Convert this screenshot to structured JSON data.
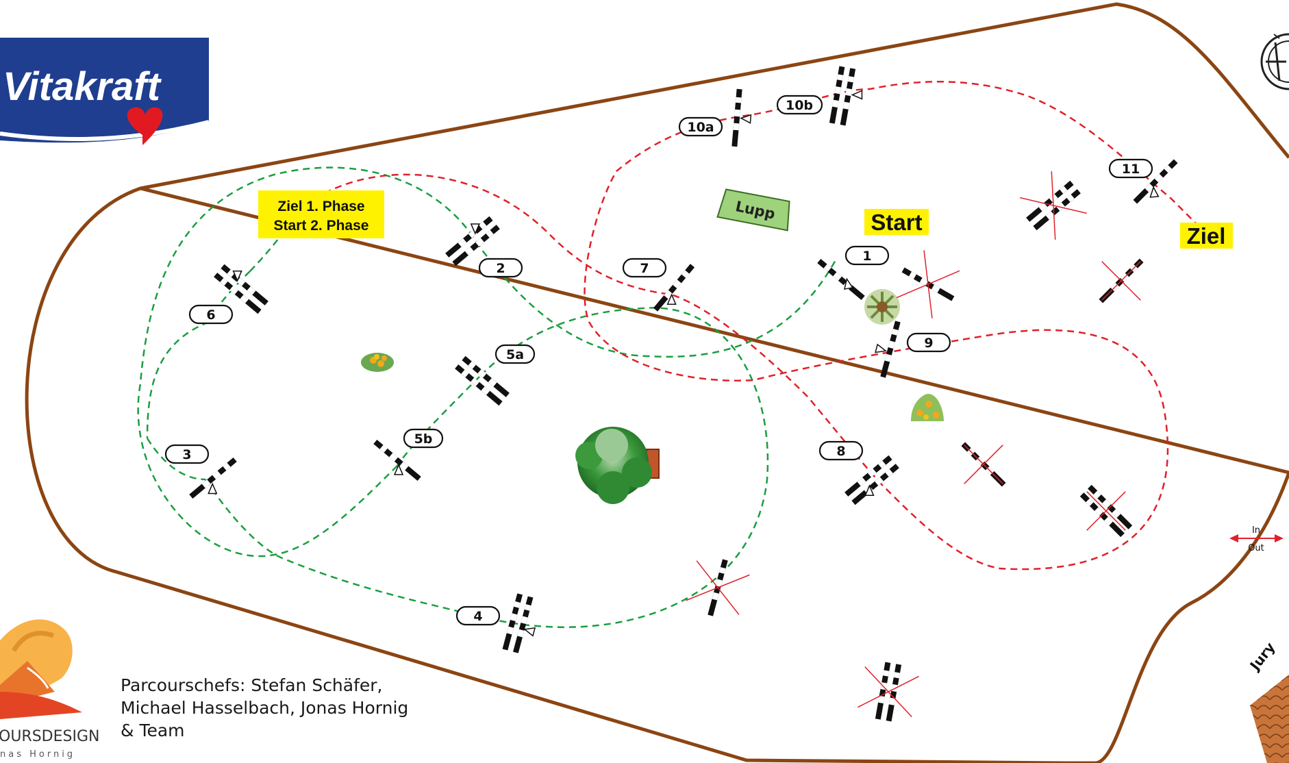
{
  "logo": {
    "brand": "Vitakraft",
    "designer_lines": [
      "OURSDESIGN",
      "nas Hornig"
    ]
  },
  "labels": {
    "phase_line1": "Ziel 1. Phase",
    "phase_line2": "Start 2. Phase",
    "start": "Start",
    "finish": "Ziel",
    "lupp": "Lupp",
    "in": "In",
    "out": "Out",
    "jury": "Jury"
  },
  "obstacles": [
    "1",
    "2",
    "3",
    "4",
    "5a",
    "5b",
    "6",
    "7",
    "8",
    "9",
    "10a",
    "10b",
    "11"
  ],
  "credits": [
    "Parcourschefs: Stefan Schäfer,",
    "Michael Hasselbach, Jonas Hornig",
    "& Team"
  ],
  "colors": {
    "arena_border": "#8B4513",
    "phase1_route": "#1a9e3f",
    "phase2_route": "#e0202a",
    "highlight": "#fff200",
    "brand_blue": "#1f3e8f"
  },
  "icons": [
    "compass-icon",
    "tree-icon",
    "flower-bed-icon",
    "red-heart-icon"
  ]
}
